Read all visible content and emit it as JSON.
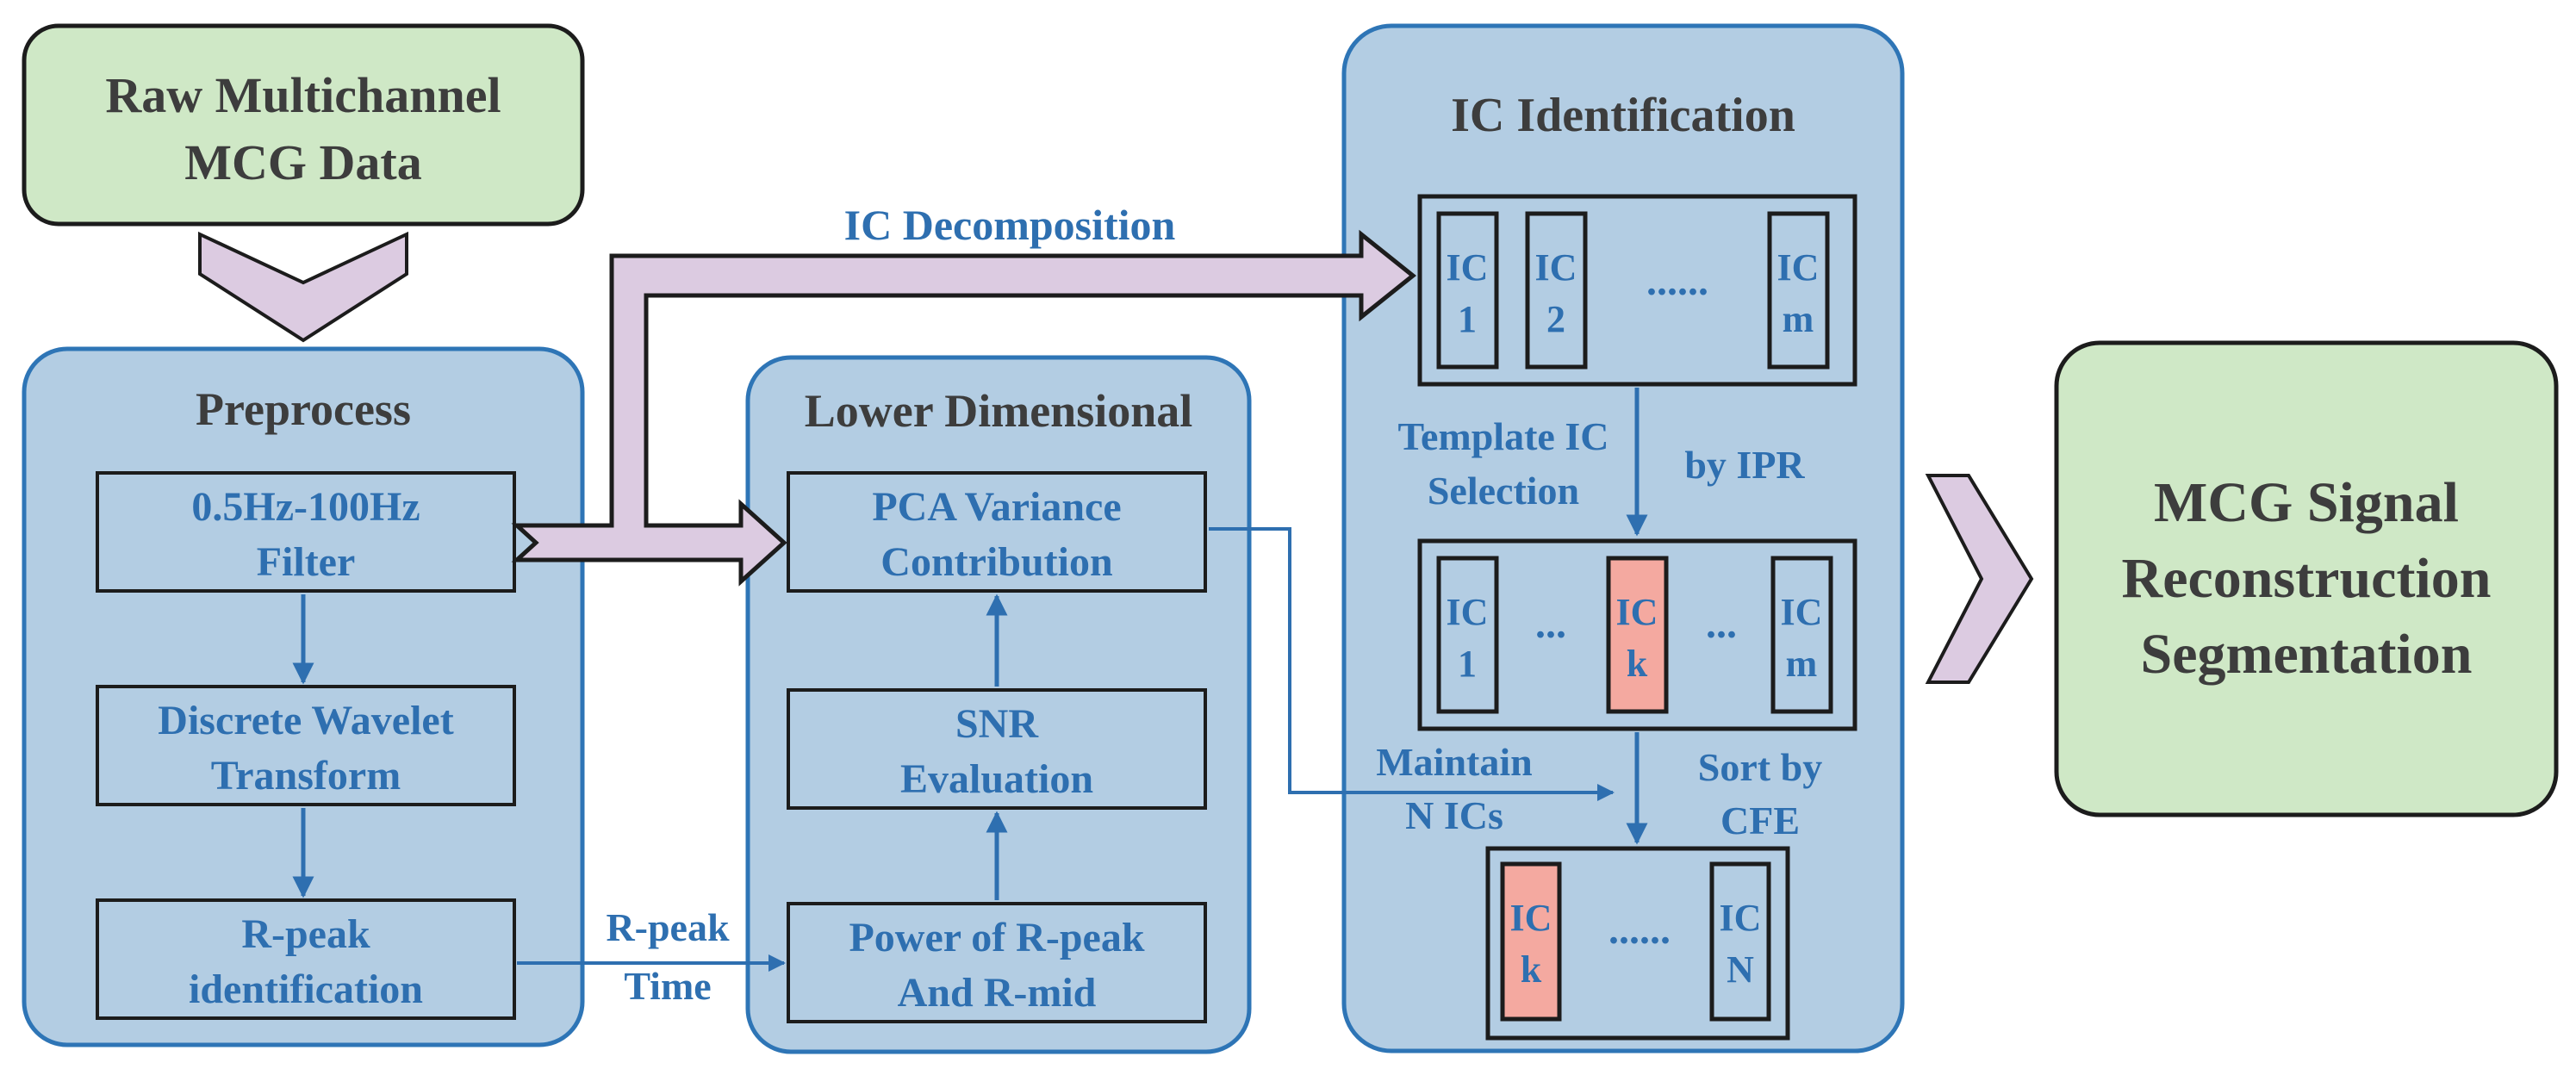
{
  "colors": {
    "panel_fill": "#b3cde3",
    "panel_stroke": "#2e75b6",
    "terminal_fill": "#cfe8c6",
    "dark_stroke": "#1c1c1c",
    "arrow_fill": "#dccbe1",
    "blue_text": "#2e6fb0",
    "dark_text": "#3d3d3d",
    "highlight_fill": "#f4a9a0"
  },
  "raw_data": {
    "line1": "Raw Multichannel",
    "line2": "MCG Data"
  },
  "output": {
    "line1": "MCG Signal",
    "line2": "Reconstruction",
    "line3": "Segmentation"
  },
  "preprocess": {
    "title": "Preprocess",
    "filter": {
      "line1": "0.5Hz-100Hz",
      "line2": "Filter"
    },
    "dwt": {
      "line1": "Discrete Wavelet",
      "line2": "Transform"
    },
    "rpeak": {
      "line1": "R-peak",
      "line2": "identification"
    }
  },
  "lower": {
    "title": "Lower Dimensional",
    "pca": {
      "line1": "PCA Variance",
      "line2": "Contribution"
    },
    "snr": {
      "line1": "SNR",
      "line2": "Evaluation"
    },
    "power": {
      "line1": "Power of R-peak",
      "line2": "And R-mid"
    }
  },
  "ic_ident": {
    "title": "IC Identification",
    "row1": {
      "ic1_a": "IC",
      "ic1_b": "1",
      "ic2_a": "IC",
      "ic2_b": "2",
      "dots": "......",
      "icm_a": "IC",
      "icm_b": "m"
    },
    "row2": {
      "ic1_a": "IC",
      "ic1_b": "1",
      "dots1": "...",
      "ick_a": "IC",
      "ick_b": "k",
      "dots2": "...",
      "icm_a": "IC",
      "icm_b": "m"
    },
    "row3": {
      "ick_a": "IC",
      "ick_b": "k",
      "dots": "......",
      "icn_a": "IC",
      "icn_b": "N"
    }
  },
  "labels": {
    "ic_decomposition": "IC Decomposition",
    "template_l1": "Template IC",
    "template_l2": "Selection",
    "by_ipr": "by IPR",
    "maintain_l1": "Maintain",
    "maintain_l2": "N ICs",
    "sort_l1": "Sort by",
    "sort_l2": "CFE",
    "rpeak_time_l1": "R-peak",
    "rpeak_time_l2": "Time"
  }
}
